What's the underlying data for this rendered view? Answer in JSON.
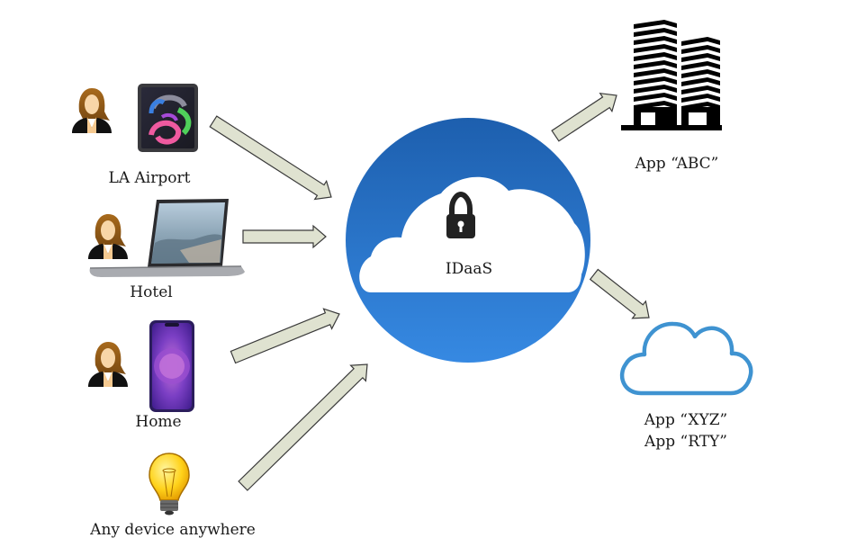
{
  "diagram": {
    "title": "IDaaS access from any location",
    "center": {
      "label": "IDaaS",
      "icon": "lock-icon",
      "colors": {
        "circle_top": "#1d5fae",
        "circle_bottom": "#3689e2",
        "cloud": "#ffffff",
        "lock": "#222222"
      }
    },
    "sources": [
      {
        "id": "la-airport",
        "label": "LA Airport",
        "person_icon": "user-icon",
        "device_icon": "tablet-icon"
      },
      {
        "id": "hotel",
        "label": "Hotel",
        "person_icon": "user-icon",
        "device_icon": "laptop-icon"
      },
      {
        "id": "home",
        "label": "Home",
        "person_icon": "user-icon",
        "device_icon": "smartphone-icon"
      },
      {
        "id": "any-device",
        "label": "Any device anywhere",
        "device_icon": "lightbulb-icon"
      }
    ],
    "targets": [
      {
        "id": "app-abc",
        "lines": [
          "App “ABC”"
        ],
        "icon": "building-icon"
      },
      {
        "id": "app-cloud",
        "lines": [
          "App “XYZ”",
          "App “RTY”"
        ],
        "icon": "cloud-outline-icon",
        "color": "#3f93d1"
      }
    ],
    "arrow_colors": {
      "fill": "#dfe2d0",
      "stroke": "#3a3a3a"
    }
  }
}
